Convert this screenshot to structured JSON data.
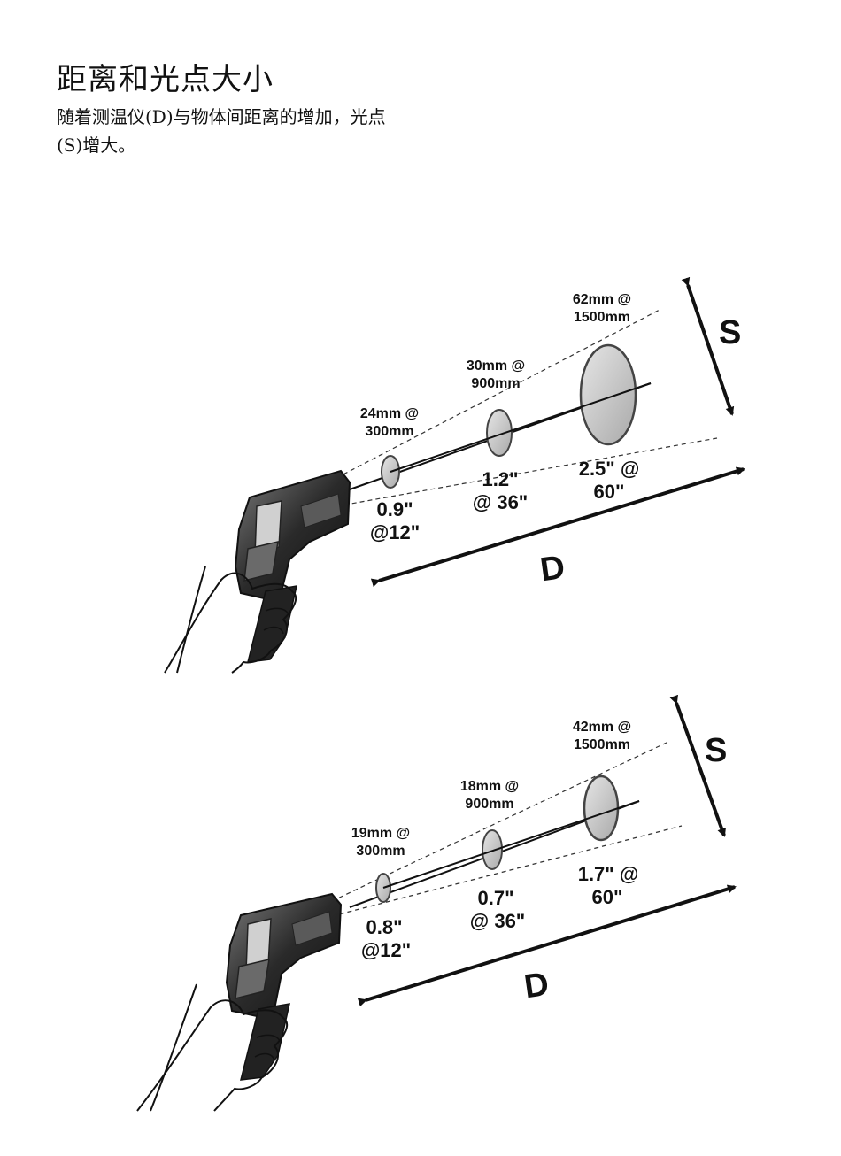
{
  "title": "距离和光点大小",
  "description": "随着测温仪(D)与物体间距离的增加，光点(S)增大。",
  "diagrams": [
    {
      "spots": [
        {
          "metric": "24mm @",
          "metric_dist": "300mm",
          "imperial": "0.9\"",
          "imperial_dist": "@12\""
        },
        {
          "metric": "30mm @",
          "metric_dist": "900mm",
          "imperial": "1.2\"",
          "imperial_dist": "@ 36\""
        },
        {
          "metric": "62mm @",
          "metric_dist": "1500mm",
          "imperial": "2.5\" @",
          "imperial_dist": "60\""
        }
      ],
      "s_label": "S",
      "d_label": "D"
    },
    {
      "spots": [
        {
          "metric": "19mm @",
          "metric_dist": "300mm",
          "imperial": "0.8\"",
          "imperial_dist": "@12\""
        },
        {
          "metric": "18mm @",
          "metric_dist": "900mm",
          "imperial": "0.7\"",
          "imperial_dist": "@ 36\""
        },
        {
          "metric": "42mm @",
          "metric_dist": "1500mm",
          "imperial": "1.7\" @",
          "imperial_dist": "60\""
        }
      ],
      "s_label": "S",
      "d_label": "D"
    }
  ]
}
